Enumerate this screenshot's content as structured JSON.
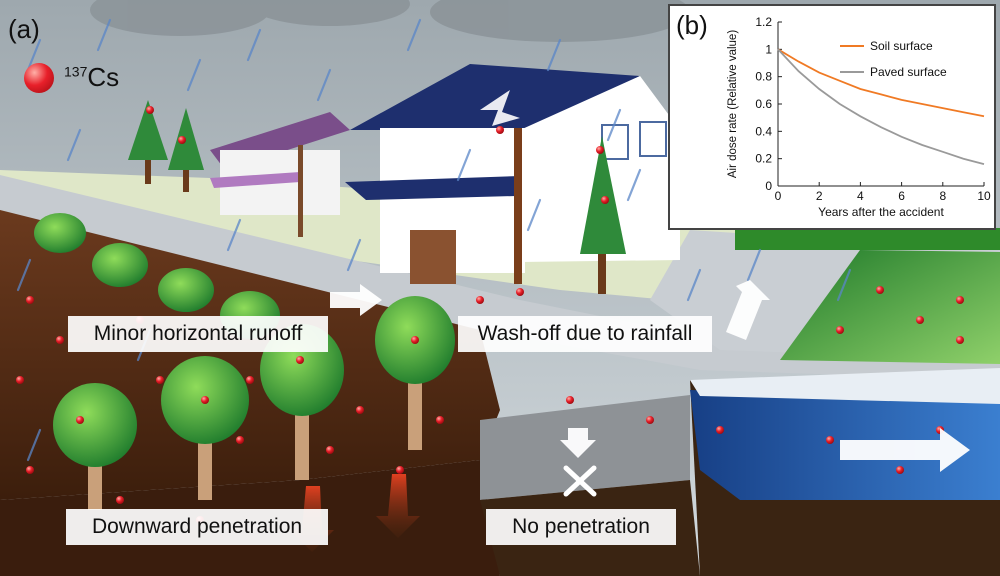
{
  "panel_a": {
    "letter": "(a)",
    "legend": {
      "mass": "137",
      "symbol": "Cs"
    },
    "labels": {
      "runoff": "Minor horizontal runoff",
      "washoff": "Wash-off due to rainfall",
      "downward": "Downward penetration",
      "no_penetration": "No penetration"
    },
    "colors": {
      "cesium": "#e8202a",
      "soil": "#5a3018",
      "sky": "#b9c3c9",
      "water": "#1e4f9a",
      "grass": "#3aa03a"
    }
  },
  "panel_b": {
    "letter": "(b)"
  },
  "chart_data": {
    "type": "line",
    "xlabel": "Years after the accident",
    "ylabel": "Air dose rate (Relative value)",
    "xlim": [
      0,
      10
    ],
    "ylim": [
      0,
      1.2
    ],
    "xticks": [
      0,
      2,
      4,
      6,
      8,
      10
    ],
    "yticks": [
      0,
      0.2,
      0.4,
      0.6,
      0.8,
      1,
      1.2
    ],
    "grid": false,
    "legend_position": "top-right",
    "x": [
      0,
      1,
      2,
      3,
      4,
      5,
      6,
      7,
      8,
      9,
      10
    ],
    "series": [
      {
        "name": "Soil surface",
        "color": "#f07a24",
        "values": [
          1.0,
          0.91,
          0.83,
          0.77,
          0.71,
          0.67,
          0.63,
          0.6,
          0.57,
          0.54,
          0.51
        ]
      },
      {
        "name": "Paved surface",
        "color": "#9a9a9a",
        "values": [
          1.0,
          0.84,
          0.71,
          0.6,
          0.51,
          0.43,
          0.36,
          0.3,
          0.25,
          0.2,
          0.16
        ]
      }
    ]
  }
}
